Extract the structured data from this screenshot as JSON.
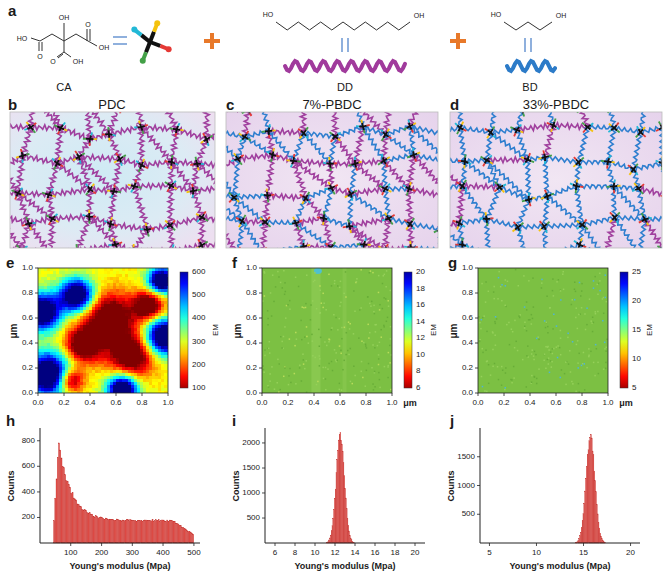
{
  "diagram": {
    "labels": [
      "a",
      "HO",
      "O",
      "OH",
      "O",
      "OH",
      "O",
      "OH",
      "CA",
      "HO",
      "OH",
      "DD",
      "HO",
      "OH",
      "BD",
      "b",
      "PDC",
      "c",
      "7%-PBDC",
      "d",
      "33%-PBDC",
      "e",
      "μm",
      "0.0",
      "0.2",
      "0.4",
      "0.6",
      "0.8",
      "1.0",
      "0.0",
      "0.2",
      "0.4",
      "0.6",
      "0.8",
      "1.0",
      "600",
      "500",
      "400",
      "300",
      "200",
      "100",
      "EM",
      "f",
      "μm",
      "0.0",
      "0.2",
      "0.4",
      "0.6",
      "0.8",
      "1.0",
      "0.0",
      "0.2",
      "0.4",
      "0.6",
      "0.8",
      "1.0",
      "μm",
      "20",
      "18",
      "16",
      "14",
      "12",
      "10",
      "8",
      "6",
      "EM",
      "g",
      "μm",
      "0.0",
      "0.2",
      "0.4",
      "0.6",
      "0.8",
      "1.0",
      "0.0",
      "0.2",
      "0.4",
      "0.6",
      "0.8",
      "1.0",
      "μm",
      "25",
      "20",
      "15",
      "10",
      "5",
      "EM",
      "h",
      "Counts",
      "800",
      "600",
      "400",
      "200",
      "100",
      "200",
      "300",
      "400",
      "500",
      "Young's modulus (Mpa)",
      "i",
      "Counts",
      "2000",
      "1500",
      "1000",
      "500",
      "6",
      "8",
      "10",
      "12",
      "14",
      "16",
      "18",
      "20",
      "Young's modulus (Mpa)",
      "j",
      "Counts",
      "1500",
      "1000",
      "500",
      "5",
      "10",
      "15",
      "20",
      "Young's modulus (Mpa)"
    ]
  }
}
